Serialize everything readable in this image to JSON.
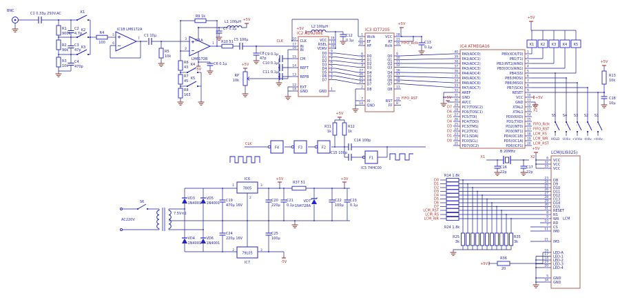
{
  "colors": {
    "wire": "#1a1a99",
    "comp": "#2222cc",
    "box": "#b06055",
    "net": "#c03028",
    "power": "#b32828",
    "gnd": "#8b3326",
    "text": "#2323bb"
  },
  "power": {
    "p5": "+5V",
    "n5": "-5V",
    "p3": "+3V"
  },
  "input_stage": {
    "bnc": "BNC",
    "c1": "C1  0.33µ 250V.AC",
    "r1": "R1",
    "r1v": "900k",
    "c2": "C2",
    "c2v": "4.7p",
    "k1": "K1",
    "r2": "R2",
    "r2v": "90k",
    "c3": "C3",
    "c3v": "47p",
    "k2": "K2",
    "r3": "R3",
    "r3v": "10k",
    "c4": "C4",
    "c4v": "470p",
    "k3": "K3",
    "r4": "R4",
    "r4v": "100",
    "p5": "5",
    "p6": "6",
    "p7": "7",
    "ic1b": "IC1B  LM6172A",
    "cc": "C1  10µ",
    "r5": "R5",
    "r5v": "10k"
  },
  "amp2": {
    "ic1a": "IC1A",
    "lm": "LM6172B",
    "p3": "3",
    "p2": "2",
    "p1": "1",
    "r9": "R9  1k",
    "r6": "R6",
    "r6v": "43",
    "k4": "K4",
    "r7": "R7",
    "r7v": "45",
    "k5": "K5",
    "r8": "R8",
    "r8v": "163",
    "l1": "L1  100µH",
    "c7": "C7 0.1µ",
    "c6": "C6 0.1µ",
    "r10": "R10  51",
    "c5": "C5 100µ",
    "c8": "C8",
    "c8v": "47p",
    "rp": "RP",
    "rpv": "10k"
  },
  "adc": {
    "title": "IC2  AD9288E",
    "clk_net": "CLK",
    "left": [
      {
        "pin": "10",
        "name": "CLK"
      },
      {
        "pin": "17",
        "name": "IN"
      },
      {
        "pin": "16",
        "name": "IN"
      },
      {
        "pin": "15",
        "name": "CM"
      },
      {
        "pin": "14",
        "name": "REFT"
      },
      {
        "pin": "13",
        "name": "REFB"
      },
      {
        "pin": "12",
        "name": "EXT"
      },
      {
        "pin": "18",
        "name": "GND"
      }
    ],
    "right": [
      {
        "pin": "19",
        "name": "VCC"
      },
      {
        "pin": "11",
        "name": "RSEL"
      },
      {
        "pin": "20",
        "name": "VDRV"
      },
      {
        "pin": "9",
        "name": "D0"
      },
      {
        "pin": "8",
        "name": "D1"
      },
      {
        "pin": "7",
        "name": "D2"
      },
      {
        "pin": "6",
        "name": "D3"
      },
      {
        "pin": "5",
        "name": "D4"
      },
      {
        "pin": "4",
        "name": "D5"
      },
      {
        "pin": "3",
        "name": "D6"
      },
      {
        "pin": "2",
        "name": "D7"
      },
      {
        "pin": "1",
        "name": "GND"
      }
    ],
    "c9": "C9 0.1µ",
    "c10": "C10 0.1µ",
    "c11": "C11 0.1µ",
    "l2": "L2  100µH",
    "c12": "C12",
    "c12v": "0.1µ"
  },
  "fifo": {
    "title": "IC3  IDT7205",
    "left": [
      {
        "pin": "1",
        "name": "Wclk"
      },
      {
        "pin": "21",
        "name": "EF"
      },
      {
        "pin": "20",
        "name": "HF"
      },
      {
        "pin": "6",
        "name": "D0"
      },
      {
        "pin": "5",
        "name": "D1"
      },
      {
        "pin": "4",
        "name": "D2"
      },
      {
        "pin": "3",
        "name": "D3"
      },
      {
        "pin": "27",
        "name": "D4"
      },
      {
        "pin": "26",
        "name": "D5"
      },
      {
        "pin": "25",
        "name": "D6"
      },
      {
        "pin": "24",
        "name": "D7"
      },
      {
        "pin": "2",
        "name": "D8"
      },
      {
        "pin": "7",
        "name": "XI"
      },
      {
        "pin": "14",
        "name": "GND"
      }
    ],
    "right": [
      {
        "pin": "28",
        "name": "VCC"
      },
      {
        "pin": "23",
        "name": "RT"
      },
      {
        "pin": "15",
        "name": "Rclk"
      },
      {
        "pin": "9",
        "name": "Q0"
      },
      {
        "pin": "10",
        "name": "Q1"
      },
      {
        "pin": "11",
        "name": "Q2"
      },
      {
        "pin": "12",
        "name": "Q3"
      },
      {
        "pin": "16",
        "name": "Q4"
      },
      {
        "pin": "17",
        "name": "Q5"
      },
      {
        "pin": "18",
        "name": "Q6"
      },
      {
        "pin": "19",
        "name": "Q7"
      },
      {
        "pin": "13",
        "name": "Q8"
      },
      {
        "pin": "22",
        "name": "RST"
      },
      {
        "pin": "8",
        "name": "FF"
      }
    ],
    "rclk_net": "FIFO_Rclk",
    "rst_net": "FIFO_RST",
    "c13": "C13",
    "c13v": "0.1µ"
  },
  "mcu": {
    "title": "IC4  ATMEGA16",
    "left": [
      {
        "pin": "40",
        "name": "PA0(ADC0)"
      },
      {
        "pin": "39",
        "name": "PA1(ADC1)"
      },
      {
        "pin": "38",
        "name": "PA2(ADC2)"
      },
      {
        "pin": "37",
        "name": "PA3(ADC3)"
      },
      {
        "pin": "36",
        "name": "PA4(ADC4)"
      },
      {
        "pin": "35",
        "name": "PA5(ADC5)"
      },
      {
        "pin": "34",
        "name": "PA6(ADC6)"
      },
      {
        "pin": "33",
        "name": "PA7(ADC7)"
      },
      {
        "pin": "32",
        "name": "AREF"
      },
      {
        "pin": "31",
        "name": "GND"
      },
      {
        "pin": "30",
        "name": "AVCC"
      },
      {
        "pin": "29",
        "name": "PC7(TOSC2)"
      },
      {
        "pin": "28",
        "name": "PC6(TOSC1)"
      },
      {
        "pin": "27",
        "name": "PC5(TDI)"
      },
      {
        "pin": "26",
        "name": "PC4(TDO)"
      },
      {
        "pin": "25",
        "name": "PC3(TMS)"
      },
      {
        "pin": "24",
        "name": "PC2(TCK)"
      },
      {
        "pin": "23",
        "name": "PC1(SDA)"
      },
      {
        "pin": "22",
        "name": "PC0(SCL)"
      },
      {
        "pin": "21",
        "name": "PD7(OC2)"
      }
    ],
    "right": [
      {
        "pin": "1",
        "name": "PB0(XCK/T0)"
      },
      {
        "pin": "2",
        "name": "PB1(T1)"
      },
      {
        "pin": "3",
        "name": "PB2(INT2/AIN0)"
      },
      {
        "pin": "4",
        "name": "PB3(OC0/AIN1)"
      },
      {
        "pin": "5",
        "name": "PB4(SS)"
      },
      {
        "pin": "6",
        "name": "PB5(MOSI)"
      },
      {
        "pin": "7",
        "name": "PB6(MISO)"
      },
      {
        "pin": "8",
        "name": "PB7(SCK)"
      },
      {
        "pin": "9",
        "name": "RESET"
      },
      {
        "pin": "10",
        "name": "VCC"
      },
      {
        "pin": "11",
        "name": "GND"
      },
      {
        "pin": "12",
        "name": "XTAL2"
      },
      {
        "pin": "13",
        "name": "XTAL1"
      },
      {
        "pin": "14",
        "name": "PD0(RXD)"
      },
      {
        "pin": "15",
        "name": "PD1(TXD)"
      },
      {
        "pin": "16",
        "name": "PD2(INT0)"
      },
      {
        "pin": "17",
        "name": "PD3(INT1)"
      },
      {
        "pin": "18",
        "name": "PD4(OC1B)"
      },
      {
        "pin": "19",
        "name": "PD5(OC1A)"
      },
      {
        "pin": "20",
        "name": "PD6(ICP1)"
      }
    ],
    "left_nets": [
      "D7",
      "D6",
      "D5",
      "D4",
      "D3",
      "D2",
      "D1",
      "D0"
    ],
    "right_nets": {
      "x2": "X2",
      "x1": "X1",
      "fifo_rclk": "FIFO_Rclk",
      "fifo_rst": "FIFO_RST",
      "lcm_rs": "LCM_RS",
      "lcm_wr": "LCM_WR",
      "lcm_rst": "LCM_RST"
    }
  },
  "keys": {
    "items": [
      "K1",
      "K2",
      "K3",
      "K4",
      "K5"
    ],
    "r13": "R13",
    "r13v": "10k",
    "c18": "C18",
    "c18v": "10µ",
    "switches": [
      {
        "name": "S5",
        "fn": "HOLD"
      },
      {
        "name": "S4",
        "fn": "-V/div"
      },
      {
        "name": "S3",
        "fn": "+V/div"
      },
      {
        "name": "S2",
        "fn": "-t/div"
      },
      {
        "name": "S1",
        "fn": "+t/div"
      }
    ]
  },
  "clockgen": {
    "clk": "CLK",
    "f4": "F4",
    "f3": "F3",
    "f2": "F2",
    "f1": "F1",
    "r11": "R11",
    "r11v": "1k",
    "r12": "R12",
    "r12v": "1k",
    "c14": "C14  100p",
    "c15": "C15  100p",
    "ic5": "IC5  74HC00"
  },
  "xtal": {
    "b": "B  20MHz",
    "x1": "X1",
    "x2": "X2",
    "c16": "C16",
    "c16v": "22p",
    "c17": "C17",
    "c17v": "22p"
  },
  "rnet": {
    "r14": "R14  1.8k",
    "r24": "R24  1.8k",
    "r25": "R25",
    "r25v": "3k",
    "r35": "R35",
    "r35v": "3k",
    "r36": "R36",
    "r36v": "20",
    "nets": [
      "D0",
      "D1",
      "D2",
      "D3",
      "D4",
      "D5",
      "D6",
      "D7",
      "LCM_RST",
      "LCM_RS",
      "LCM_WR"
    ]
  },
  "lcm": {
    "title": "LCM(ILI9325)",
    "inner": "LCM",
    "pins": [
      {
        "pin": "6",
        "name": "VCC"
      },
      {
        "pin": "32",
        "name": "VCC"
      },
      {
        "pin": "33",
        "name": "VCC"
      },
      {
        "pin": "23",
        "name": "D8"
      },
      {
        "pin": "24",
        "name": "D9"
      },
      {
        "pin": "25",
        "name": "D10"
      },
      {
        "pin": "26",
        "name": "D11"
      },
      {
        "pin": "27",
        "name": "D12"
      },
      {
        "pin": "28",
        "name": "D13"
      },
      {
        "pin": "29",
        "name": "D14"
      },
      {
        "pin": "30",
        "name": "D15"
      },
      {
        "pin": "31",
        "name": "RESET"
      },
      {
        "pin": "8",
        "name": "RS"
      },
      {
        "pin": "9",
        "name": "WR"
      },
      {
        "pin": "10",
        "name": "RD"
      },
      {
        "pin": "7",
        "name": "CS"
      },
      {
        "pin": "11",
        "name": "IM0"
      },
      {
        "pin": "21",
        "name": "IM3"
      },
      {
        "pin": "16",
        "name": "LED-A"
      },
      {
        "pin": "17",
        "name": "LED-1"
      },
      {
        "pin": "18",
        "name": "LED-2"
      },
      {
        "pin": "19",
        "name": "LED-3"
      },
      {
        "pin": "20",
        "name": "LED-4"
      },
      {
        "pin": "5",
        "name": "GND"
      },
      {
        "pin": "34",
        "name": "GND"
      }
    ]
  },
  "psu": {
    "ac": "AC220V",
    "s6": "S6",
    "xfmr": "7.5V×2",
    "vd3": "VD3",
    "vd4": "VD4",
    "vd5": "VD5",
    "vd6": "VD6",
    "d14001": "1N4001",
    "c19": "C19",
    "c19v": "470µ 16V",
    "c24": "C24",
    "c24v": "220µ 16V",
    "ic6": "IC6",
    "ic6n": "7805",
    "ic7": "IC7",
    "ic7n": "79L05",
    "c20": "C20",
    "c20v": "220µ",
    "c21": "C21",
    "c21v": "0.1µ",
    "c25": "C25",
    "c25v": "100µ",
    "r37": "R37  51",
    "vd7": "VD7",
    "vd7v": "1N4728A",
    "c22": "C22",
    "c22v": "100µ",
    "c23": "C23",
    "c23v": "0.1µ",
    "pin1": "1",
    "pin2": "2",
    "pin3": "3"
  }
}
